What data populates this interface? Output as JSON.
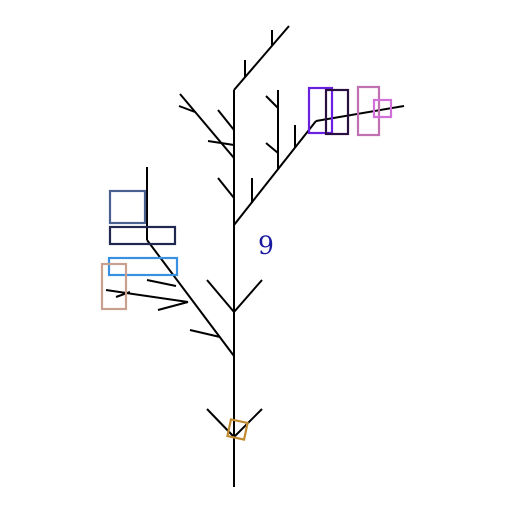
{
  "diagram": {
    "label": "9",
    "colors": {
      "tree": "#000000",
      "label": "#1a1aa0",
      "box_violet": "#6a20e0",
      "box_dark_purple": "#2a1040",
      "box_mauve": "#c070b0",
      "box_pink": "#d070d8",
      "box_slate_blue": "#4a6090",
      "box_navy": "#202850",
      "box_sky_blue": "#3a90e0",
      "box_tan": "#c8a090",
      "box_ochre": "#c08a30"
    },
    "markers": [
      "violet-rectangle",
      "dark-purple-rectangle",
      "mauve-rectangle",
      "pink-square",
      "slate-blue-square",
      "navy-rectangle",
      "sky-blue-rectangle",
      "tan-rectangle",
      "ochre-square"
    ]
  }
}
